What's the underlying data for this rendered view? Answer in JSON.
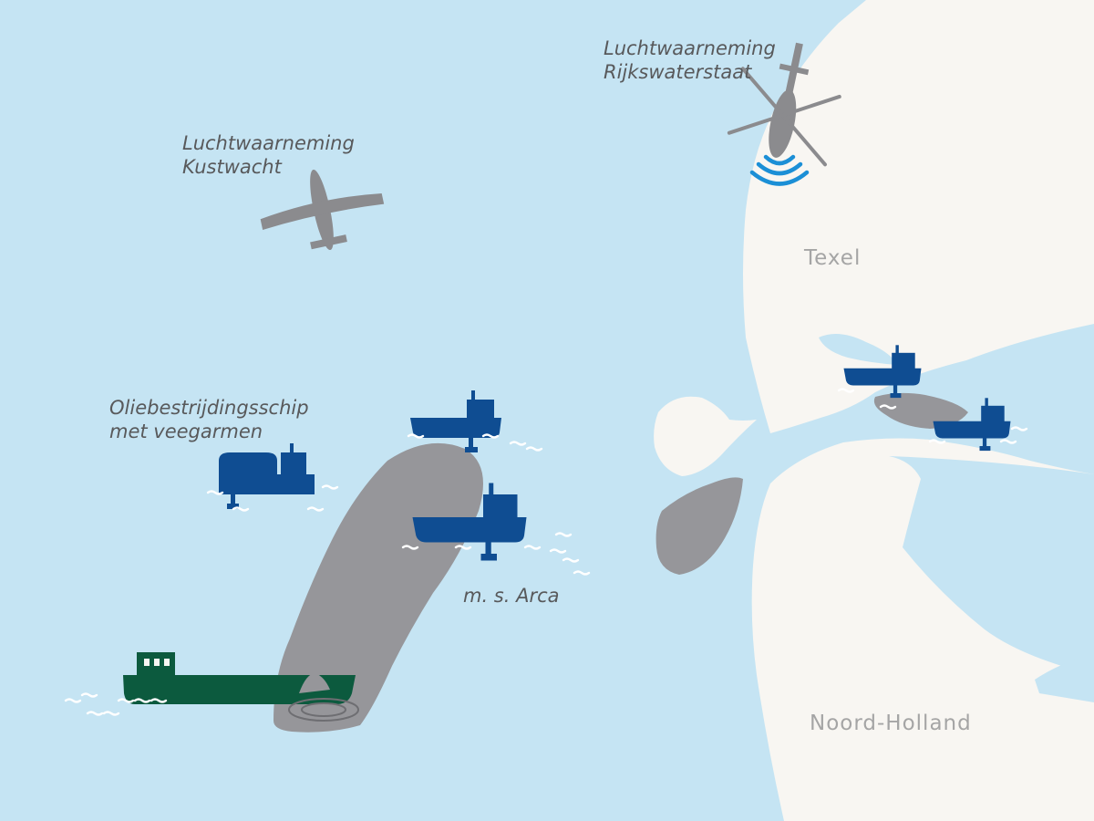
{
  "colors": {
    "sea": "#c5e4f3",
    "land": "#f8f6f2",
    "oil": "#96969a",
    "aircraft": "#8b8b8e",
    "response_ship": "#0f4d92",
    "stranded_ship": "#0c5a3e",
    "label_text": "#58595b",
    "place_text": "#a5a5a5",
    "radar": "#1b8fd6",
    "waves": "#ffffff"
  },
  "labels": {
    "coastguard_aircraft": {
      "line1": "Luchtwaarneming",
      "line2": "Kustwacht"
    },
    "rws_helicopter": {
      "line1": "Luchtwaarneming",
      "line2": "Rijkswaterstaat"
    },
    "sweeping_ship": {
      "line1": "Oliebestrijdingsschip",
      "line2": "met veegarmen"
    },
    "arca": "m. s. Arca"
  },
  "places": {
    "texel": "Texel",
    "noord_holland": "Noord-Holland"
  },
  "icons": {
    "plane": "airplane-icon",
    "helicopter": "helicopter-icon",
    "radar": "radar-waves-icon",
    "response_ship": "oil-response-ship-icon",
    "stranded_ship": "stranded-cargo-ship-icon",
    "leak": "oil-leak-icon"
  }
}
